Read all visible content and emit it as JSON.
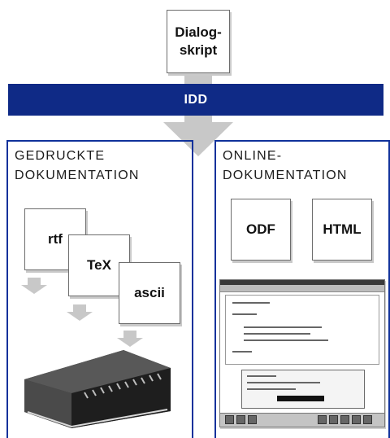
{
  "nodes": {
    "script": {
      "line1": "Dialog-",
      "line2": "skript"
    },
    "idd": "IDD",
    "rtf": "rtf",
    "tex": "TeX",
    "ascii": "ascii",
    "odf": "ODF",
    "html": "HTML"
  },
  "panels": {
    "left": {
      "title_line1": "Gedruckte",
      "title_line2": "Dokumentation"
    },
    "right": {
      "title_line1": "Online-",
      "title_line2": "Dokumentation"
    }
  },
  "colors": {
    "bar": "#0f2a86",
    "panel_border": "#10319b",
    "arrow": "#c8c8c8",
    "book_dark": "#3e3e3e"
  },
  "icons": [
    "book-icon",
    "online-help-screenshot"
  ]
}
